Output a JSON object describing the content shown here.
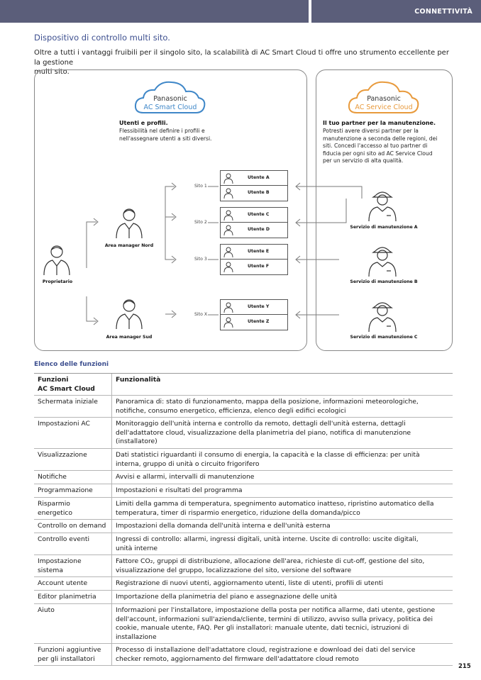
{
  "header": {
    "section": "CONNETTIVITÀ"
  },
  "page_title": "Dispositivo di controllo multi sito.",
  "intro_line1": "Oltre a tutti i vantaggi fruibili per il singolo sito, la scalabilità di AC Smart Cloud ti offre uno strumento eccellente per la gestione",
  "intro_line2": "multi sito.",
  "diagram": {
    "cloud_left": {
      "brand": "Panasonic",
      "product": "AC Smart Cloud",
      "color": "#3f87c8"
    },
    "cloud_right": {
      "brand": "Panasonic",
      "product": "AC Service Cloud",
      "color": "#e89a3c"
    },
    "left_block": {
      "title": "Utenti e profili.",
      "line1": "Flessibilità nel definire i profili e",
      "line2": "nell'assegnare utenti a siti diversi."
    },
    "right_block": {
      "title": "Il tuo partner per la manutenzione.",
      "line1": "Potresti avere diversi partner per la",
      "line2": "manutenzione a seconda delle regioni, dei",
      "line3": "siti. Concedi l'accesso al tuo partner di",
      "line4": "fiducia per ogni sito ad AC Service Cloud",
      "line5": "per un servizio di alta qualità."
    },
    "people": {
      "owner": "Proprietario",
      "manager_north": "Area manager Nord",
      "manager_south": "Area manager Sud",
      "service_a": "Servizio di manutenzione A",
      "service_b": "Servizio di manutenzione B",
      "service_c": "Servizio di manutenzione C"
    },
    "sites": [
      {
        "label": "Sito 1",
        "users": [
          "Utente A",
          "Utente B"
        ]
      },
      {
        "label": "Sito 2",
        "users": [
          "Utente C",
          "Utente D"
        ]
      },
      {
        "label": "Sito 3",
        "users": [
          "Utente E",
          "Utente F"
        ]
      },
      {
        "label": "Sito X",
        "users": [
          "Utente Y",
          "Utente Z"
        ]
      }
    ]
  },
  "functions": {
    "section_title": "Elenco delle funzioni",
    "header": {
      "col1_line1": "Funzioni",
      "col1_line2": "AC Smart Cloud",
      "col2": "Funzionalità"
    },
    "rows": [
      {
        "name": [
          "Schermata iniziale"
        ],
        "desc": [
          "Panoramica di: stato di funzionamento, mappa della posizione, informazioni meteorologiche,",
          "notifiche, consumo energetico, efficienza, elenco degli edifici ecologici"
        ]
      },
      {
        "name": [
          "Impostazioni AC"
        ],
        "desc": [
          "Monitoraggio dell'unità interna e controllo da remoto, dettagli dell'unità esterna, dettagli",
          "dell'adattatore cloud, visualizzazione della planimetria del piano, notifica di manutenzione",
          "(installatore)"
        ]
      },
      {
        "name": [
          "Visualizzazione"
        ],
        "desc": [
          "Dati statistici riguardanti il consumo di energia, la capacità e la classe di efficienza: per unità",
          "interna, gruppo di unità o circuito frigorifero"
        ]
      },
      {
        "name": [
          "Notifiche"
        ],
        "desc": [
          "Avvisi e allarmi, intervalli di manutenzione"
        ]
      },
      {
        "name": [
          "Programmazione"
        ],
        "desc": [
          "Impostazioni e risultati del programma"
        ]
      },
      {
        "name": [
          "Risparmio",
          "energetico"
        ],
        "desc": [
          "Limiti della gamma di temperatura, spegnimento automatico inatteso, ripristino automatico della",
          "temperatura, timer di risparmio energetico, riduzione della domanda/picco"
        ]
      },
      {
        "name": [
          "Controllo on demand"
        ],
        "desc": [
          "Impostazioni della domanda dell'unità interna e dell'unità esterna"
        ]
      },
      {
        "name": [
          "Controllo eventi"
        ],
        "desc": [
          "Ingressi di controllo: allarmi, ingressi digitali, unità interne. Uscite di controllo: uscite digitali,",
          "unità interne"
        ]
      },
      {
        "name": [
          "Impostazione",
          "sistema"
        ],
        "desc": [
          "Fattore CO₂, gruppi di distribuzione, allocazione dell'area, richieste di cut-off, gestione del sito,",
          "visualizzazione del gruppo, localizzazione del sito, versione del software"
        ]
      },
      {
        "name": [
          "Account utente"
        ],
        "desc": [
          "Registrazione di nuovi utenti, aggiornamento utenti, liste di utenti, profili di utenti"
        ]
      },
      {
        "name": [
          "Editor planimetria"
        ],
        "desc": [
          "Importazione della planimetria del piano e assegnazione delle unità"
        ]
      },
      {
        "name": [
          "Aiuto"
        ],
        "desc": [
          "Informazioni per l'installatore, impostazione della posta per notifica allarme, dati utente, gestione",
          "dell'account, informazioni sull'azienda/cliente, termini di utilizzo, avviso sulla privacy, politica dei",
          "cookie, manuale utente, FAQ. Per gli installatori: manuale utente, dati tecnici, istruzioni di",
          "installazione"
        ]
      },
      {
        "name": [
          "Funzioni aggiuntive",
          "per gli installatori"
        ],
        "desc": [
          "Processo di installazione dell'adattatore cloud, registrazione e download dei dati del service",
          "checker remoto, aggiornamento del firmware dell'adattatore cloud remoto"
        ]
      }
    ]
  },
  "page_number": "215"
}
